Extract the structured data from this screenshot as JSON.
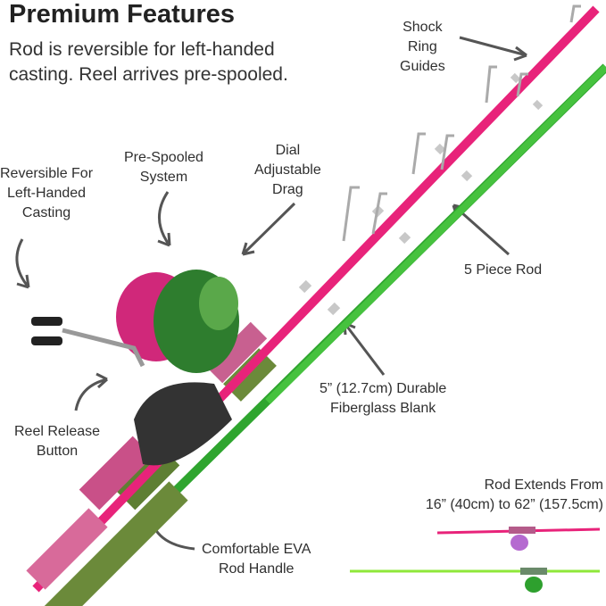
{
  "header": {
    "title": "Premium Features",
    "subtitle": "Rod is reversible for left-handed\ncasting. Reel arrives pre-spooled."
  },
  "callouts": {
    "shock_ring": "Shock\nRing\nGuides",
    "reversible": "Reversible For\nLeft-Handed\nCasting",
    "pre_spooled": "Pre-Spooled\nSystem",
    "dial_drag": "Dial\nAdjustable\nDrag",
    "five_piece": "5 Piece Rod",
    "fiberglass": "5” (12.7cm) Durable\nFiberglass Blank",
    "reel_release": "Reel Release\nButton",
    "eva_handle": "Comfortable EVA\nRod Handle",
    "extends": "Rod Extends From\n16” (40cm) to 62” (157.5cm)"
  },
  "colors": {
    "pink_rod": "#e8237a",
    "green_rod": "#3db83a",
    "lime_rod": "#8fe83a",
    "arrow": "#555555"
  }
}
